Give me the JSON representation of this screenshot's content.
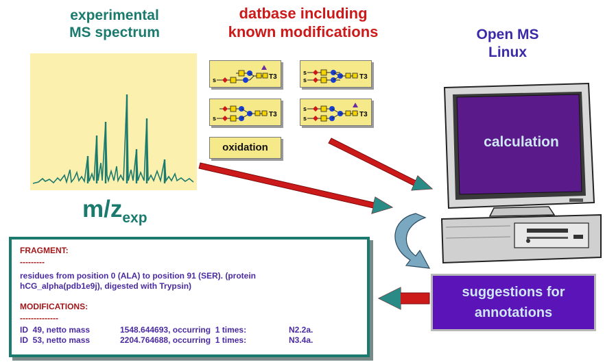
{
  "titles": {
    "spectrum_line1": "experimental",
    "spectrum_line2": "MS spectrum",
    "db_line1": "datbase including",
    "db_line2": "known modifications",
    "openms_line1": "Open MS",
    "openms_line2": "Linux"
  },
  "mz": {
    "base": "m/z",
    "sub": "exp"
  },
  "oxidation": "oxidation",
  "glycan_label": "T3",
  "glycan_prefix": "s",
  "computer": {
    "screen_text": "calculation"
  },
  "suggestions": {
    "line1": "suggestions for",
    "line2": "annotations"
  },
  "result": {
    "fragment_header": "FRAGMENT:",
    "sep1": "---------",
    "residues_line1": "residues from position 0 (ALA) to position 91 (SER). (protein",
    "residues_line2": "hCG_alpha(pdb1e9j), digested with Trypsin)",
    "mod_header": "MODIFICATIONS:",
    "sep2": "--------------",
    "rows": [
      {
        "id": "ID  49, netto mass",
        "mass": "1548.644693, occurring  1 times:",
        "code": "N2.2a."
      },
      {
        "id": "ID  53, netto mass",
        "mass": "2204.764688, occurring  1 times:",
        "code": "N3.4a."
      }
    ]
  },
  "colors": {
    "teal": "#1a7a6e",
    "red": "#cc1a1a",
    "blue": "#3a2aa8",
    "purple": "#5a14b8",
    "spectrum_bg": "#fbf0ad",
    "glycan_bg": "#f6e98a"
  }
}
